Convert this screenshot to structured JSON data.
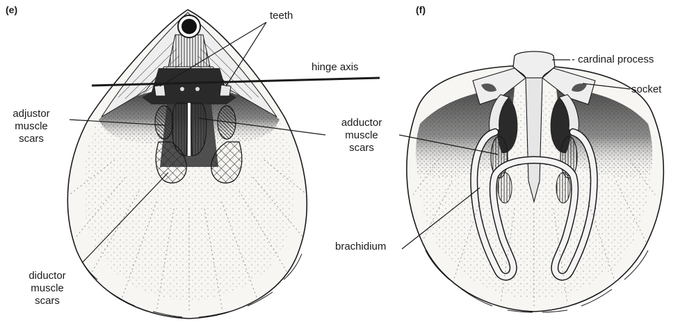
{
  "panels": {
    "left": "(e)",
    "right": "(f)"
  },
  "labels": {
    "teeth": "teeth",
    "hinge_axis": "hinge axis",
    "adjustor": [
      "adjustor",
      "muscle",
      "scars"
    ],
    "diductor": [
      "diductor",
      "muscle",
      "scars"
    ],
    "adductor": [
      "adductor",
      "muscle",
      "scars"
    ],
    "cardinal_process": "- cardinal process",
    "socket": "socket",
    "brachidium": "brachidium"
  },
  "colors": {
    "ink": "#1a1a1a",
    "shell": "#f4f2ee",
    "shade": "#9a9a9a"
  }
}
